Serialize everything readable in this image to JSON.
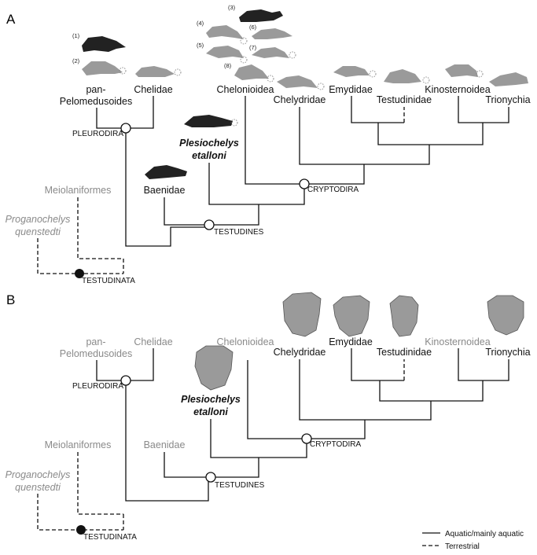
{
  "panel_a": {
    "letter": "A",
    "taxa": {
      "pan_pelomedusoides_1": "pan-",
      "pan_pelomedusoides_2": "Pelomedusoides",
      "chelidae": "Chelidae",
      "chelonioidea": "Chelonioidea",
      "chelydridae": "Chelydridae",
      "emydidae": "Emydidae",
      "testudinidae": "Testudinidae",
      "kinosternoidea": "Kinosternoidea",
      "trionychia": "Trionychia",
      "plesiochelys_1": "Plesiochelys",
      "plesiochelys_2": "etalloni",
      "baenidae": "Baenidae",
      "meiolaniformes": "Meiolaniformes",
      "proganochelys_1": "Proganochelys",
      "proganochelys_2": "quenstedti"
    },
    "nodes": {
      "pleurodira": "PLEURODIRA",
      "cryptodira": "CRYPTODIRA",
      "testudines": "TESTUDINES",
      "testudinata": "TESTUDINATA"
    },
    "numbers": [
      "(1)",
      "(2)",
      "(3)",
      "(4)",
      "(5)",
      "(6)",
      "(7)",
      "(8)"
    ]
  },
  "panel_b": {
    "letter": "B",
    "taxa": {
      "pan_pelomedusoides_1": "pan-",
      "pan_pelomedusoides_2": "Pelomedusoides",
      "chelidae": "Chelidae",
      "chelonioidea": "Chelonioidea",
      "chelydridae": "Chelydridae",
      "emydidae": "Emydidae",
      "testudinidae": "Testudinidae",
      "kinosternoidea": "Kinosternoidea",
      "trionychia": "Trionychia",
      "plesiochelys_1": "Plesiochelys",
      "plesiochelys_2": "etalloni",
      "baenidae": "Baenidae",
      "meiolaniformes": "Meiolaniformes",
      "proganochelys_1": "Proganochelys",
      "proganochelys_2": "quenstedti"
    },
    "nodes": {
      "pleurodira": "PLEURODIRA",
      "cryptodira": "CRYPTODIRA",
      "testudines": "TESTUDINES",
      "testudinata": "TESTUDINATA"
    }
  },
  "legend": {
    "aquatic": "Aquatic/mainly aquatic",
    "terrestrial": "Terrestrial"
  },
  "colors": {
    "highlight_taxon": "#111111",
    "grey_taxon": "#8a8a8a",
    "dark_silhouette": "#222222",
    "grey_silhouette": "#9a9a9a"
  }
}
